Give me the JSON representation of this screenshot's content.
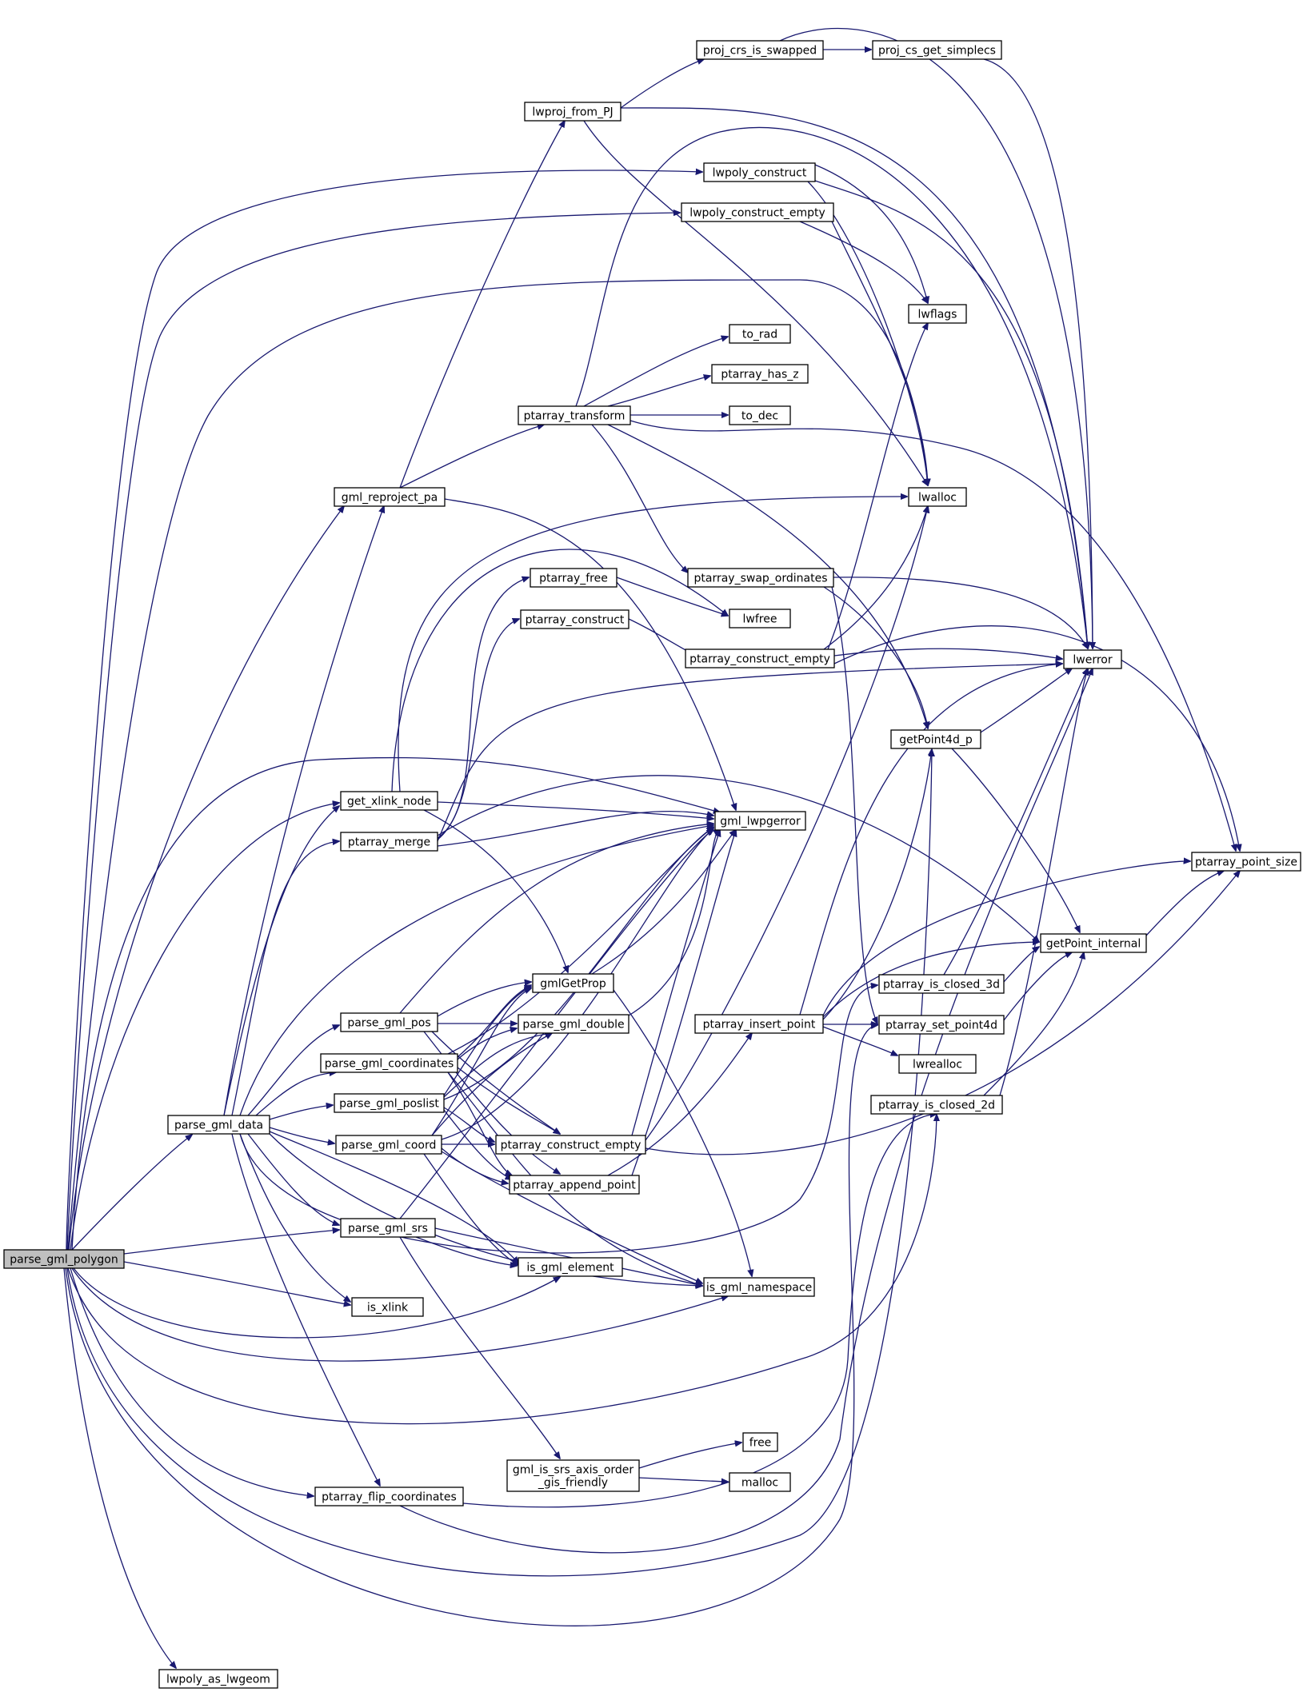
{
  "root_function": "parse_gml_polygon",
  "colors": {
    "edge": "#191970",
    "root_fill": "#bfbfbf",
    "node_fill": "#ffffff",
    "node_stroke": "#000000"
  },
  "nodes": [
    {
      "id": "parse_gml_polygon",
      "label": [
        "parse_gml_polygon"
      ],
      "root": true
    },
    {
      "id": "proj_crs_is_swapped",
      "label": [
        "proj_crs_is_swapped"
      ]
    },
    {
      "id": "proj_cs_get_simplecs",
      "label": [
        "proj_cs_get_simplecs"
      ]
    },
    {
      "id": "lwproj_from_PJ",
      "label": [
        "lwproj_from_PJ"
      ]
    },
    {
      "id": "lwpoly_construct",
      "label": [
        "lwpoly_construct"
      ]
    },
    {
      "id": "lwpoly_construct_empty",
      "label": [
        "lwpoly_construct_empty"
      ]
    },
    {
      "id": "lwflags",
      "label": [
        "lwflags"
      ]
    },
    {
      "id": "to_rad",
      "label": [
        "to_rad"
      ]
    },
    {
      "id": "ptarray_has_z",
      "label": [
        "ptarray_has_z"
      ]
    },
    {
      "id": "ptarray_transform",
      "label": [
        "ptarray_transform"
      ]
    },
    {
      "id": "to_dec",
      "label": [
        "to_dec"
      ]
    },
    {
      "id": "gml_reproject_pa",
      "label": [
        "gml_reproject_pa"
      ]
    },
    {
      "id": "lwalloc",
      "label": [
        "lwalloc"
      ]
    },
    {
      "id": "ptarray_free",
      "label": [
        "ptarray_free"
      ]
    },
    {
      "id": "ptarray_swap_ordinates",
      "label": [
        "ptarray_swap_ordinates"
      ]
    },
    {
      "id": "lwfree",
      "label": [
        "lwfree"
      ]
    },
    {
      "id": "ptarray_construct",
      "label": [
        "ptarray_construct"
      ]
    },
    {
      "id": "ptarray_construct_empty_a",
      "label": [
        "ptarray_construct_empty"
      ]
    },
    {
      "id": "lwerror",
      "label": [
        "lwerror"
      ]
    },
    {
      "id": "getPoint4d_p",
      "label": [
        "getPoint4d_p"
      ]
    },
    {
      "id": "get_xlink_node",
      "label": [
        "get_xlink_node"
      ]
    },
    {
      "id": "ptarray_merge",
      "label": [
        "ptarray_merge"
      ]
    },
    {
      "id": "gml_lwpgerror",
      "label": [
        "gml_lwpgerror"
      ]
    },
    {
      "id": "ptarray_point_size",
      "label": [
        "ptarray_point_size"
      ]
    },
    {
      "id": "getPoint_internal",
      "label": [
        "getPoint_internal"
      ]
    },
    {
      "id": "ptarray_is_closed_3d",
      "label": [
        "ptarray_is_closed_3d"
      ]
    },
    {
      "id": "gmlGetProp",
      "label": [
        "gmlGetProp"
      ]
    },
    {
      "id": "parse_gml_pos",
      "label": [
        "parse_gml_pos"
      ]
    },
    {
      "id": "parse_gml_double",
      "label": [
        "parse_gml_double"
      ]
    },
    {
      "id": "ptarray_insert_point",
      "label": [
        "ptarray_insert_point"
      ]
    },
    {
      "id": "ptarray_set_point4d",
      "label": [
        "ptarray_set_point4d"
      ]
    },
    {
      "id": "parse_gml_coordinates",
      "label": [
        "parse_gml_coordinates"
      ]
    },
    {
      "id": "lwrealloc",
      "label": [
        "lwrealloc"
      ]
    },
    {
      "id": "parse_gml_poslist",
      "label": [
        "parse_gml_poslist"
      ]
    },
    {
      "id": "ptarray_is_closed_2d",
      "label": [
        "ptarray_is_closed_2d"
      ]
    },
    {
      "id": "parse_gml_data",
      "label": [
        "parse_gml_data"
      ]
    },
    {
      "id": "parse_gml_coord",
      "label": [
        "parse_gml_coord"
      ]
    },
    {
      "id": "ptarray_construct_empty_b",
      "label": [
        "ptarray_construct_empty"
      ]
    },
    {
      "id": "ptarray_append_point",
      "label": [
        "ptarray_append_point"
      ]
    },
    {
      "id": "parse_gml_srs",
      "label": [
        "parse_gml_srs"
      ]
    },
    {
      "id": "is_gml_element",
      "label": [
        "is_gml_element"
      ]
    },
    {
      "id": "is_gml_namespace",
      "label": [
        "is_gml_namespace"
      ]
    },
    {
      "id": "is_xlink",
      "label": [
        "is_xlink"
      ]
    },
    {
      "id": "free",
      "label": [
        "free"
      ]
    },
    {
      "id": "gml_is_srs_axis_order_gis_friendly",
      "label": [
        "gml_is_srs_axis_order",
        "_gis_friendly"
      ]
    },
    {
      "id": "malloc",
      "label": [
        "malloc"
      ]
    },
    {
      "id": "ptarray_flip_coordinates",
      "label": [
        "ptarray_flip_coordinates"
      ]
    },
    {
      "id": "lwpoly_as_lwgeom",
      "label": [
        "lwpoly_as_lwgeom"
      ]
    }
  ]
}
